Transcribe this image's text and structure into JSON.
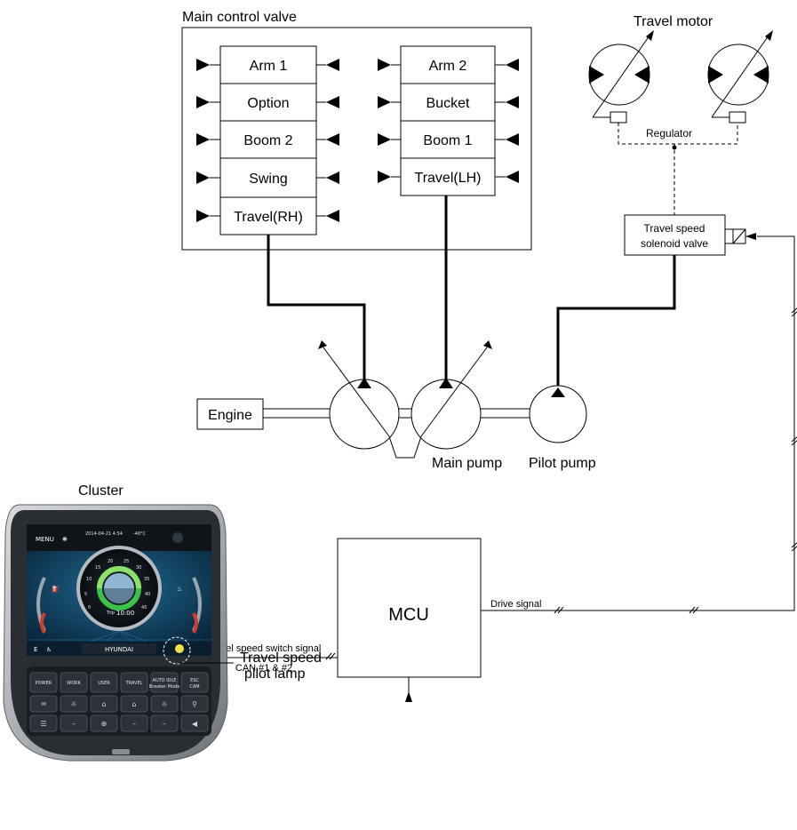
{
  "main_control_valve": {
    "title": "Main control valve",
    "left_spools": [
      "Arm 1",
      "Option",
      "Boom 2",
      "Swing",
      "Travel(RH)"
    ],
    "right_spools": [
      "Arm 2",
      "Bucket",
      "Boom 1",
      "Travel(LH)"
    ]
  },
  "travel_motor": {
    "title": "Travel motor",
    "regulator": "Regulator"
  },
  "solenoid": {
    "line1": "Travel speed",
    "line2": "solenoid valve"
  },
  "engine": "Engine",
  "main_pump": "Main pump",
  "pilot_pump": "Pilot pump",
  "mcu": "MCU",
  "drive_signal": "Drive signal",
  "cluster": {
    "title": "Cluster",
    "lamp_label_1": "Travel speed",
    "lamp_label_2": "pilot lamp",
    "screen": {
      "menu": "MENU",
      "datetime": "2014-04-21 4:54",
      "temp": "-40°C",
      "brand": "HYUNDAI",
      "trip": "Trip",
      "trip_time": "10:00",
      "left_char": "E",
      "gauge_ticks": [
        "0",
        "5",
        "10",
        "15",
        "20",
        "25",
        "30",
        "35",
        "40",
        "45"
      ]
    },
    "keys_row1": [
      "POWER",
      "WORK",
      "USER",
      "TRAVEL",
      "AUTO IDLE",
      "ESC"
    ],
    "keys_row1_sub": [
      "",
      "",
      "",
      "",
      "Breaker Mode",
      "CAM"
    ]
  },
  "switch_signal": {
    "line1": "Travel speed switch signal",
    "line2": "CAN #1 & #2"
  },
  "colors": {
    "line": "#000000",
    "screen_bg": "#0d3350",
    "gauge_green": "#3cc24a",
    "lamp_yellow": "#f2e04a"
  }
}
